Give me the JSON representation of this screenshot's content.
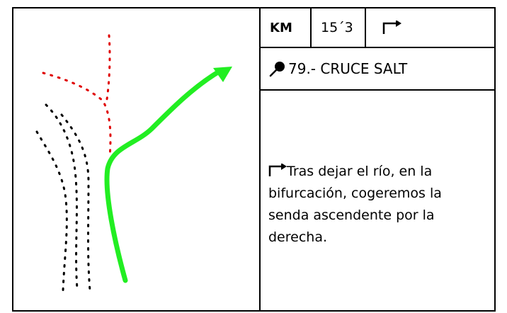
{
  "header": {
    "km_label": "KM",
    "km_value": "15´3",
    "direction_icon": "turn-right-arrow-icon"
  },
  "waypoint": {
    "icon": "pin-icon",
    "title": "79.- CRUCE SALT"
  },
  "instruction": {
    "icon": "turn-right-arrow-icon",
    "text": "Tras dejar el río, en la bifurcación, cogeremos la senda ascendente por la derecha."
  },
  "colors": {
    "route": "#22ee22",
    "dotted_path_red": "#e00000",
    "dotted_path_black": "#000000",
    "border": "#000000"
  }
}
